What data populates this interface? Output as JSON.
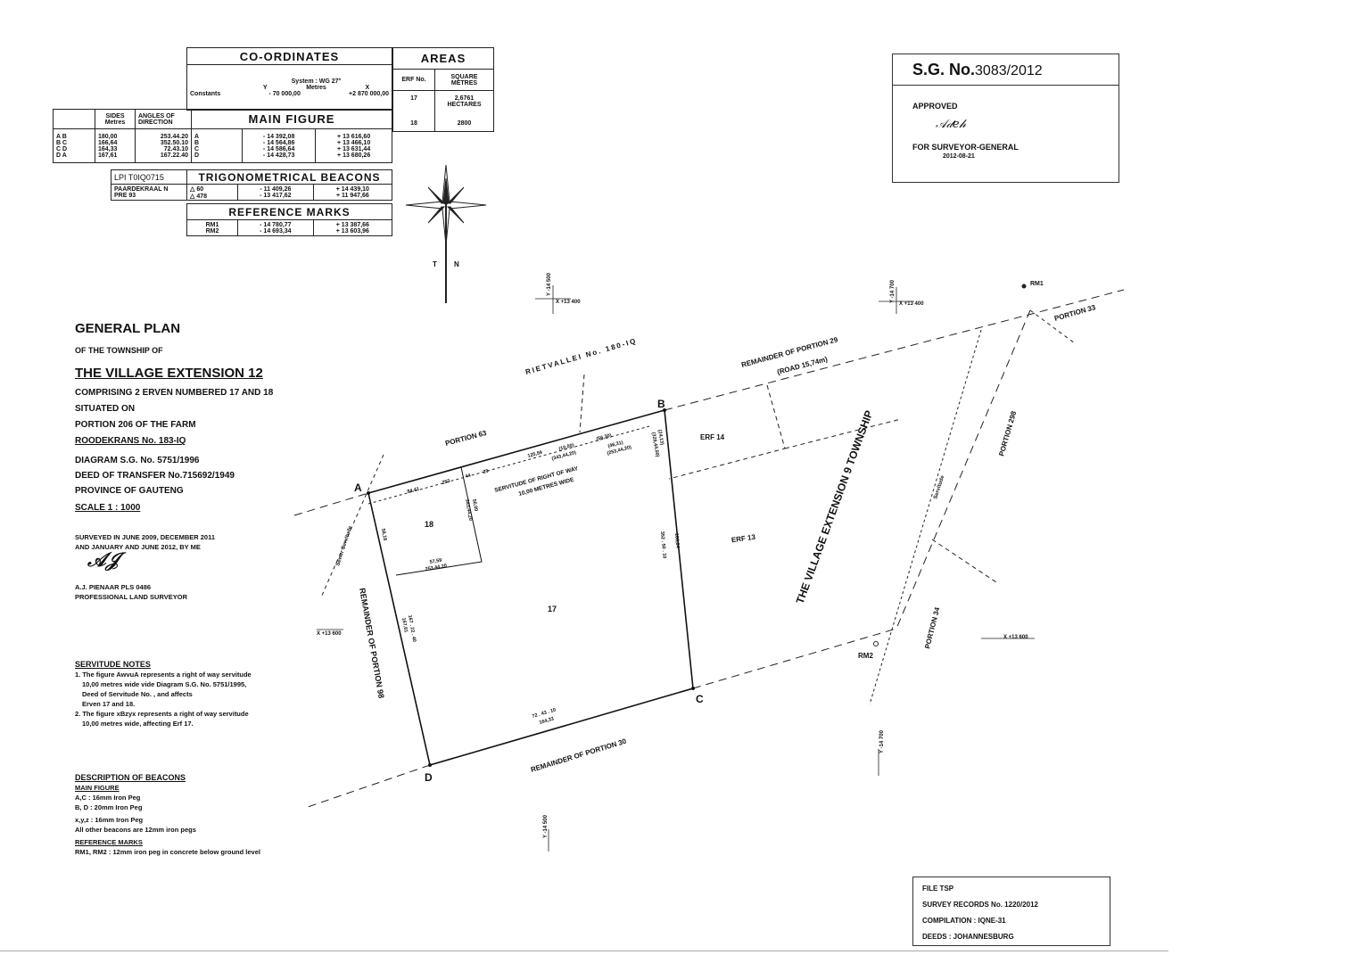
{
  "coords": {
    "title": "CO-ORDINATES",
    "system": "System : WG 27°",
    "y_label": "Y",
    "metres": "Metres",
    "x_label": "X",
    "constants_label": "Constants",
    "const_y": "- 70 000,00",
    "const_x": "+2 870 000,00",
    "main_figure": "MAIN FIGURE",
    "sides_header": "SIDES Metres",
    "angles_header": "ANGLES OF DIRECTION",
    "sides": [
      {
        "side": "A B",
        "len": "180,00",
        "angle": "253.44.20"
      },
      {
        "side": "B C",
        "len": "166,64",
        "angle": "352.50.10"
      },
      {
        "side": "C D",
        "len": "164,33",
        "angle": "72.43.10"
      },
      {
        "side": "D A",
        "len": "167,61",
        "angle": "167.22.40"
      }
    ],
    "points": [
      {
        "p": "A",
        "y": "- 14 392,08",
        "x": "+ 13 616,60"
      },
      {
        "p": "B",
        "y": "- 14 564,86",
        "x": "+ 13 466,10"
      },
      {
        "p": "C",
        "y": "- 14 586,64",
        "x": "+ 13 631,44"
      },
      {
        "p": "D",
        "y": "- 14 428,73",
        "x": "+ 13 680,26"
      }
    ],
    "lpi": "LPI T0IQ0715",
    "trig_title": "TRIGONOMETRICAL BEACONS",
    "trig": [
      {
        "name": "PAARDEKRAAL N",
        "num": "△ 60",
        "y": "- 11 409,26",
        "x": "+ 14 439,10"
      },
      {
        "name": "PRE 93",
        "num": "△ 478",
        "y": "- 13 417,62",
        "x": "+ 11 947,66"
      }
    ],
    "ref_title": "REFERENCE MARKS",
    "refs": [
      {
        "p": "RM1",
        "y": "- 14 780,77",
        "x": "+ 13 387,66"
      },
      {
        "p": "RM2",
        "y": "- 14 693,34",
        "x": "+ 13 603,96"
      }
    ]
  },
  "areas": {
    "title": "AREAS",
    "erf_header": "ERF No.",
    "sq_header": "SQUARE METRES",
    "rows": [
      {
        "erf": "17",
        "area": "2,6761 HECTARES"
      },
      {
        "erf": "18",
        "area": "2800"
      }
    ]
  },
  "sg": {
    "title": "S.G. No.",
    "number": "3083/2012",
    "approved": "APPROVED",
    "signature": "signature",
    "for": "FOR SURVEYOR-GENERAL",
    "date": "2012-08-21"
  },
  "plan": {
    "title": "GENERAL PLAN",
    "sub": "OF THE TOWNSHIP OF",
    "township": "THE VILLAGE EXTENSION 12",
    "comprising": "COMPRISING 2 ERVEN NUMBERED 17 AND 18",
    "situated": "SITUATED ON",
    "portion": "PORTION  206  OF THE FARM",
    "farm": "ROODEKRANS No. 183-IQ",
    "diagram": "DIAGRAM S.G. No. 5751/1996",
    "deed": "DEED OF TRANSFER No.715692/1949",
    "province": "PROVINCE OF GAUTENG",
    "scale": "SCALE  1 : 1000",
    "surveyed1": "SURVEYED IN JUNE 2009, DECEMBER 2011",
    "surveyed2": "AND JANUARY AND JUNE 2012, BY ME",
    "surveyor": "A.J. PIENAAR PLS 0486",
    "profession": "PROFESSIONAL LAND SURVEYOR"
  },
  "notes": {
    "title": "SERVITUDE NOTES",
    "n1a": "1. The figure AwvuA represents a right of way servitude",
    "n1b": "10,00 metres wide vide Diagram S.G. No.  5751/1995,",
    "n1c": "Deed of Servitude No.                              , and affects",
    "n1d": "Erven 17 and 18.",
    "n2a": "2. The figure xBzyx represents a right of way servitude",
    "n2b": "10,00 metres wide, affecting Erf 17.",
    "beacons_title": "DESCRIPTION OF BEACONS",
    "main_fig": "MAIN FIGURE",
    "b1": "A,C  :  16mm Iron Peg",
    "b2": "B, D  :  20mm Iron Peg",
    "b3": "x,y,z  :  16mm Iron Peg",
    "b4": "All other beacons are 12mm iron pegs",
    "ref_title": "REFERENCE MARKS",
    "r1": "RM1, RM2  :  12mm iron peg in concrete below ground level"
  },
  "file": {
    "file": "FILE  TSP",
    "records": "SURVEY RECORDS No. 1220/2012",
    "compilation": "COMPILATION : IQNE-31",
    "deeds": "DEEDS : JOHANNESBURG"
  },
  "map": {
    "A": "A",
    "B": "B",
    "C": "C",
    "D": "D",
    "erf17": "17",
    "erf18": "18",
    "portion63": "PORTION 63",
    "rietvallei": "RIETVALLEI  No.  180-IQ",
    "rem29": "REMAINDER OF PORTION 29",
    "road": "(ROAD 15,74m)",
    "erf14": "ERF 14",
    "erf13": "ERF 13",
    "ext9": "THE VILLAGE EXTENSION 9 TOWNSHIP",
    "p298": "PORTION 298",
    "p33": "PORTION 33",
    "p34": "PORTION 34",
    "servitude": "Servitude",
    "sewer": "Sewer Servitude",
    "rem98": "REMAINDER OF PORTION 98",
    "rem30": "REMAINDER OF PORTION 30",
    "row1": "SERVITUDE OF RIGHT OF WAY",
    "row2": "10,00 METRES WIDE",
    "rm1": "RM1",
    "rm2": "RM2",
    "t": "T",
    "n": "N",
    "d_ab1": "84,41",
    "d_ab2": "125,59",
    "d_ab3": "253",
    "d_ab4": "44",
    "d_ab5": "20",
    "d_18s": "57,59",
    "d_18a": "253,44,20",
    "d_18w": "58,18",
    "d_18e": "50,00",
    "d_18ea": "343,44,20",
    "d_bc": "166,64",
    "d_bca": "352 . 50 . 10",
    "d_cd": "164,33",
    "d_cda": "72 . 43 . 10",
    "d_da": "167,61",
    "d_daa": "167 . 22 . 40",
    "d_s1": "(10,00)",
    "d_s2": "(343,44,20)",
    "d_s3": "(56,30)",
    "d_s4": "(46,31)",
    "d_s5": "(253,44,20)",
    "d_s6": "(24,13)",
    "d_s7": "(328,44,50)",
    "g1x": "X +13 400",
    "g1y": "Y -14 500",
    "g2x": "X +13 400",
    "g2y": "Y -14 700",
    "g3x": "X +13 600",
    "g4x": "X +13 600",
    "g4y": "Y -14 700",
    "g5y": "Y -14 500"
  }
}
